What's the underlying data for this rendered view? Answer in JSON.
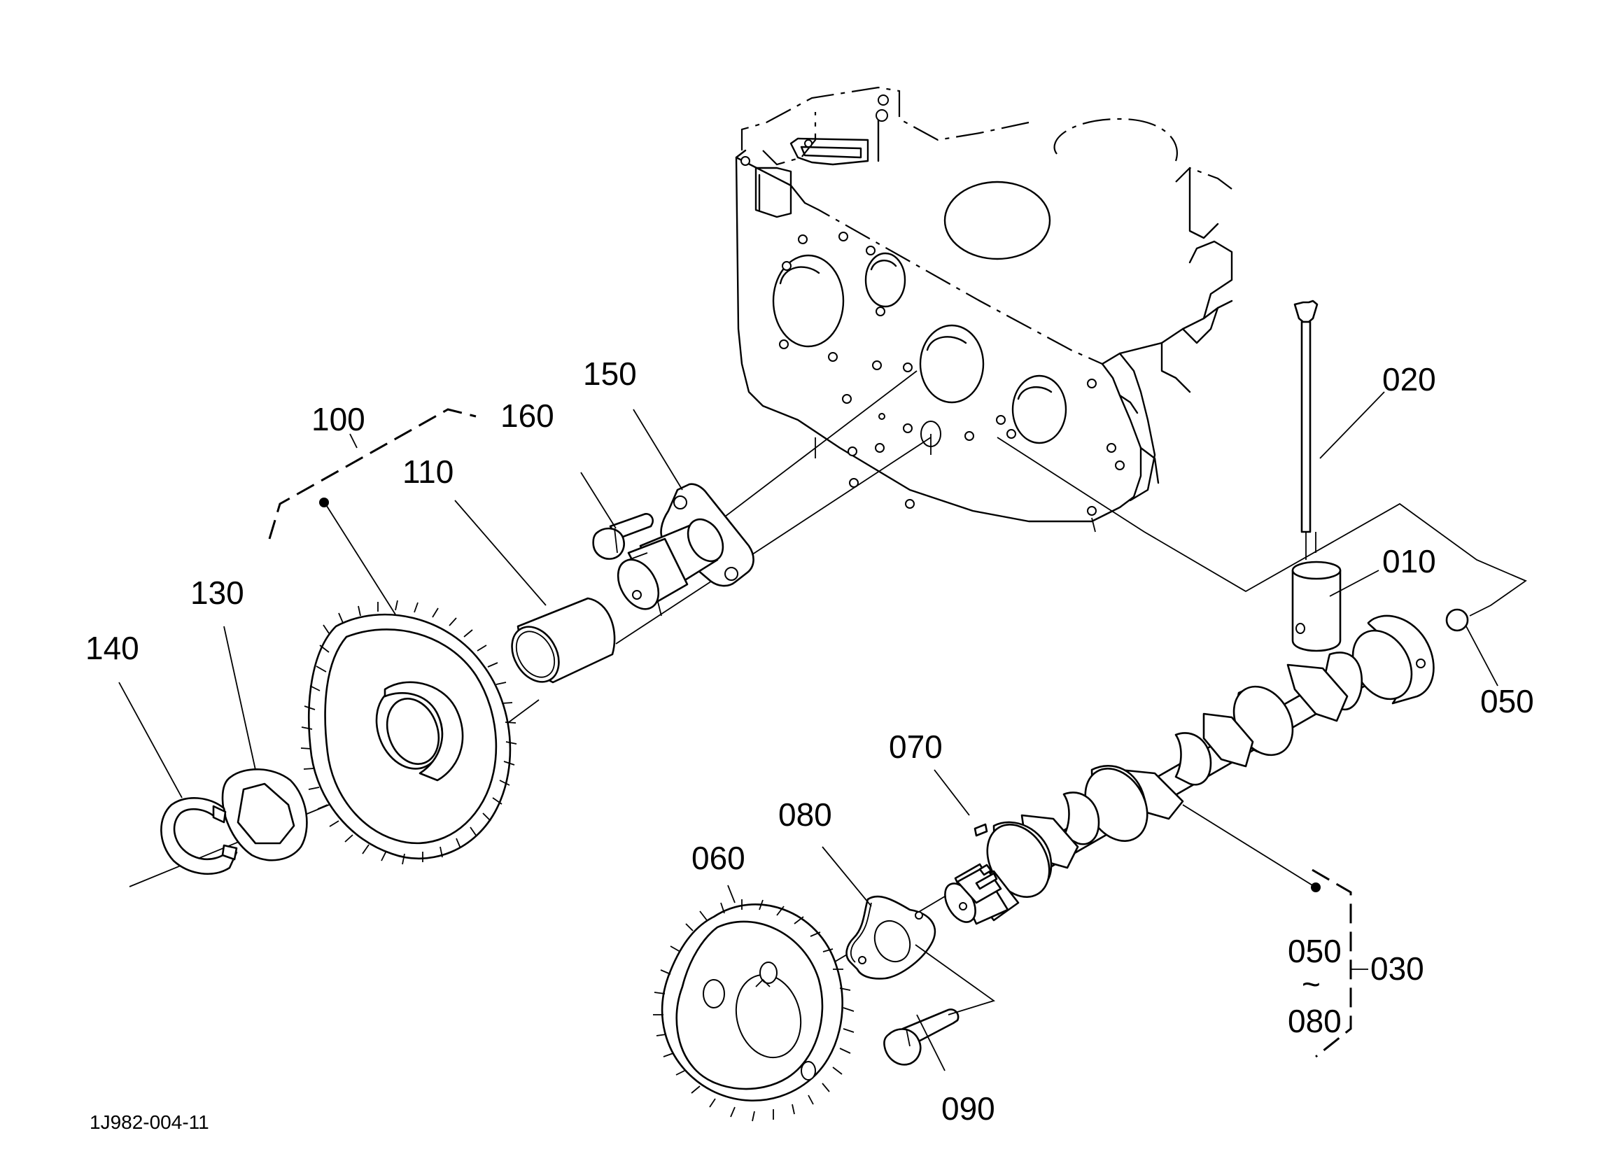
{
  "diagram": {
    "drawing_code": "1J982-004-11",
    "callouts": {
      "p010": "010",
      "p020": "020",
      "p030": "030",
      "p050": "050",
      "p050_group_start": "050",
      "p050_group_tilde": "~",
      "p050_group_end": "080",
      "p060": "060",
      "p070": "070",
      "p080": "080",
      "p090": "090",
      "p100": "100",
      "p110": "110",
      "p130": "130",
      "p140": "140",
      "p150": "150",
      "p160": "160"
    }
  }
}
